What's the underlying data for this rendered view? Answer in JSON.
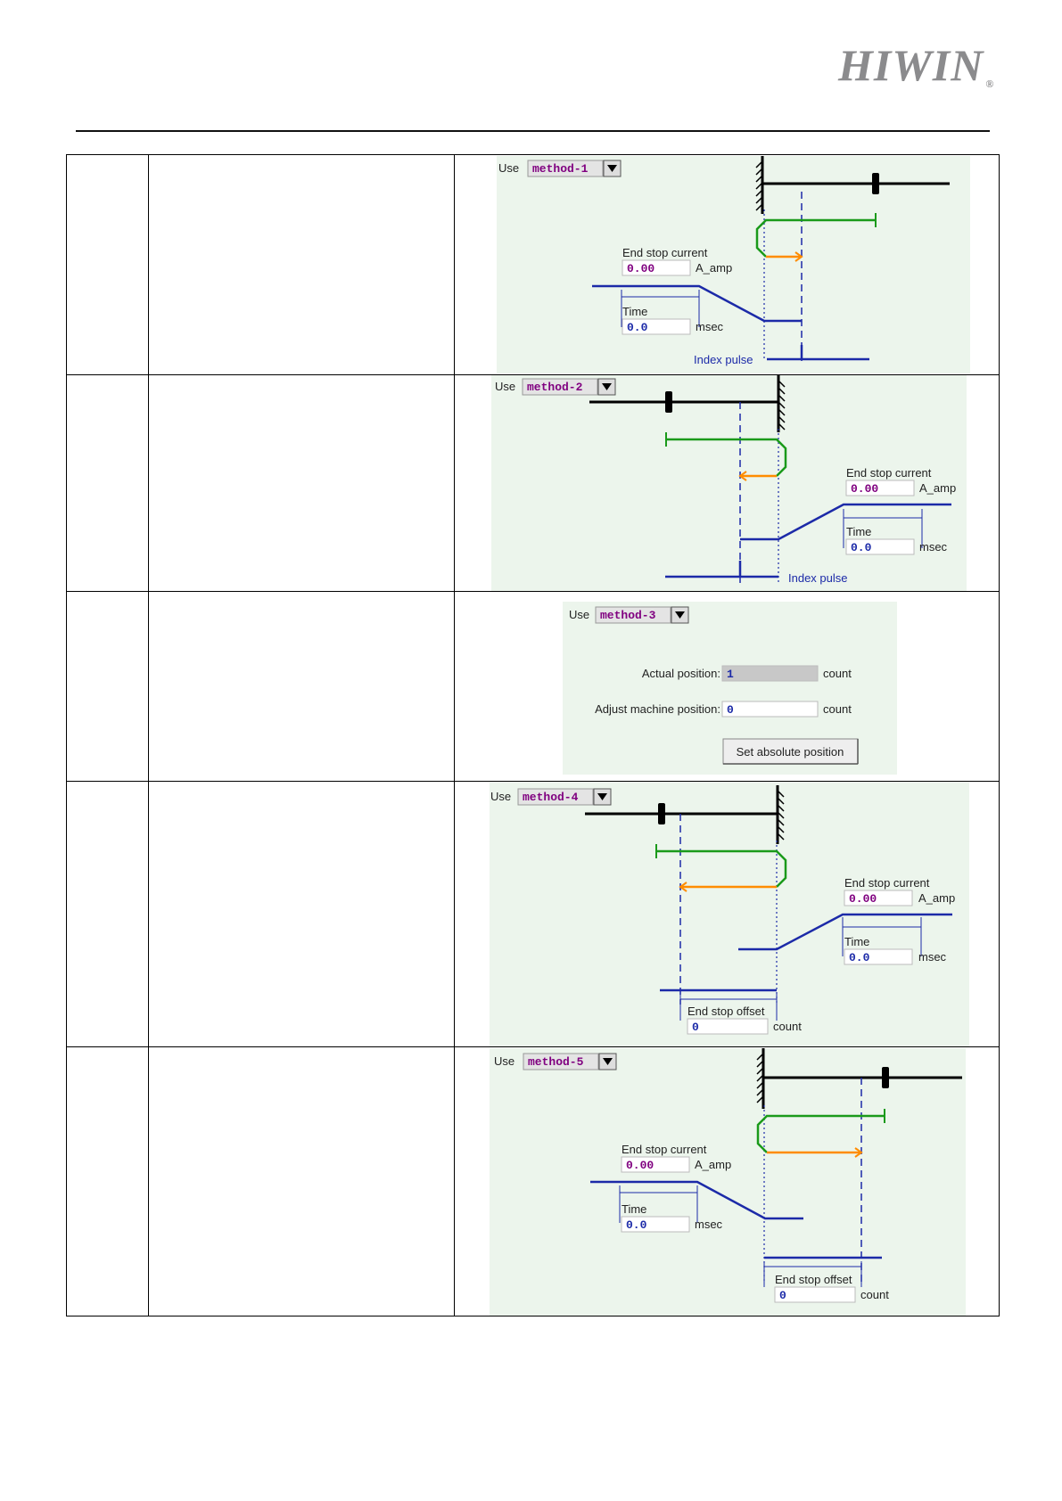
{
  "header": {
    "logo": "HIWIN",
    "reg": "®"
  },
  "common": {
    "use": "Use",
    "end_stop_current": "End stop current",
    "a_amp": "A_amp",
    "time": "Time",
    "msec": "msec",
    "index_pulse": "Index pulse",
    "end_stop_offset": "End stop offset",
    "count": "count",
    "current_value": "0.00",
    "time_value": "0.0",
    "offset_value": "0"
  },
  "rows": [
    {
      "method": "method-1"
    },
    {
      "method": "method-2"
    },
    {
      "method": "method-3",
      "actual_position_label": "Actual position:",
      "actual_position_value": "1",
      "adjust_label": "Adjust machine position:",
      "adjust_value": "0",
      "set_button": "Set absolute position"
    },
    {
      "method": "method-4"
    },
    {
      "method": "method-5"
    }
  ],
  "colors": {
    "panel_bg": "#ecf5ec",
    "navy": "#1c2aa8",
    "green": "#1a9a1a",
    "orange": "#ff8c00",
    "dropdown_text": "#800080"
  }
}
